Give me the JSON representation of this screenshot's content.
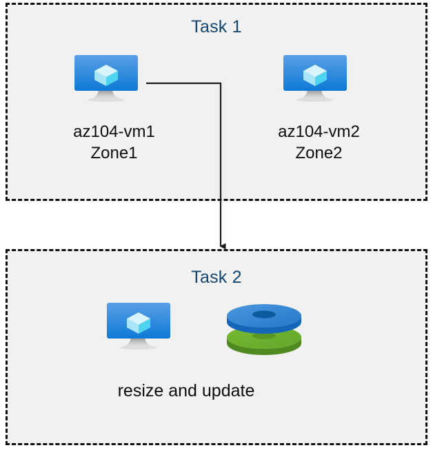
{
  "diagram": {
    "title_color": "#14466e",
    "box_fill": "#f1f1f1",
    "box_border_color": "#111111",
    "label_color": "#0d0d0d",
    "connector_color": "#1a1a1a"
  },
  "task1": {
    "title": "Task 1",
    "nodes": [
      {
        "icon": "virtual-machine-icon",
        "label": "az104-vm1\nZone1",
        "name": "az104-vm1",
        "zone": "Zone1"
      },
      {
        "icon": "virtual-machine-icon",
        "label": "az104-vm2\nZone2",
        "name": "az104-vm2",
        "zone": "Zone2"
      }
    ]
  },
  "task2": {
    "title": "Task 2",
    "caption": "resize and update",
    "icons": [
      "virtual-machine-icon",
      "managed-disks-icon"
    ]
  },
  "connector": {
    "from": "az104-vm1",
    "to": "Task 2",
    "arrow": "down-arrow"
  },
  "colors": {
    "monitor_top": "#5a9ee8",
    "monitor_bottom": "#0d7ad4",
    "cube_top": "#d8f4fc",
    "cube_left": "#a8e6f7",
    "cube_right": "#4fd4f2",
    "stand_dark": "#9a9a9a",
    "stand_light": "#e2e2e2",
    "disk_blue_top": "#3d8fd8",
    "disk_blue_side": "#1466b8",
    "disk_blue_hole": "#0d5a9e",
    "disk_green_top": "#6cb22e",
    "disk_green_side": "#4f8a20",
    "disk_green_hole": "#5a9626"
  }
}
